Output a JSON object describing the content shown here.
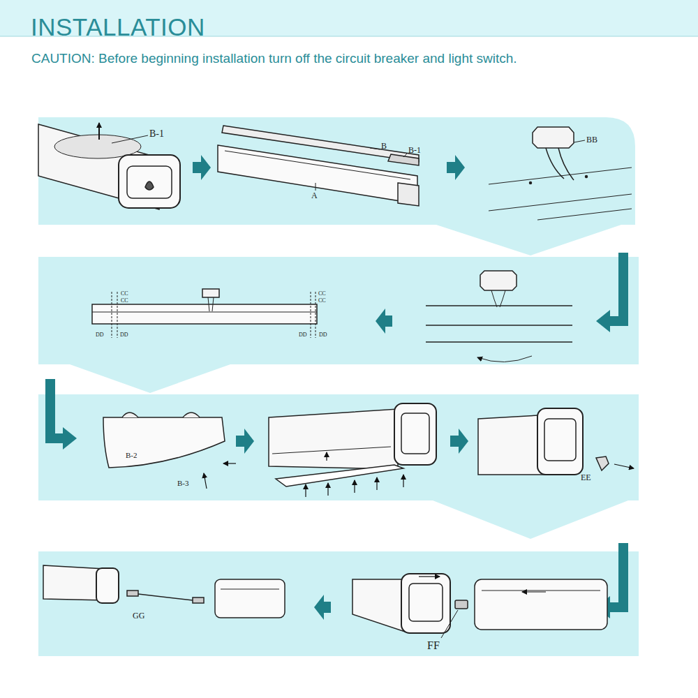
{
  "diagram": {
    "title": "INSTALLATION",
    "labels": [
      "CAUTION: Before beginning installation turn off the circuit breaker and light switch.",
      "B-1",
      "B",
      "B-1",
      "A",
      "BB",
      "CC",
      "CC",
      "CC",
      "CC",
      "DD",
      "DD",
      "DD",
      "DD",
      "B-2",
      "B-3",
      "EE",
      "FF",
      "GG"
    ]
  }
}
